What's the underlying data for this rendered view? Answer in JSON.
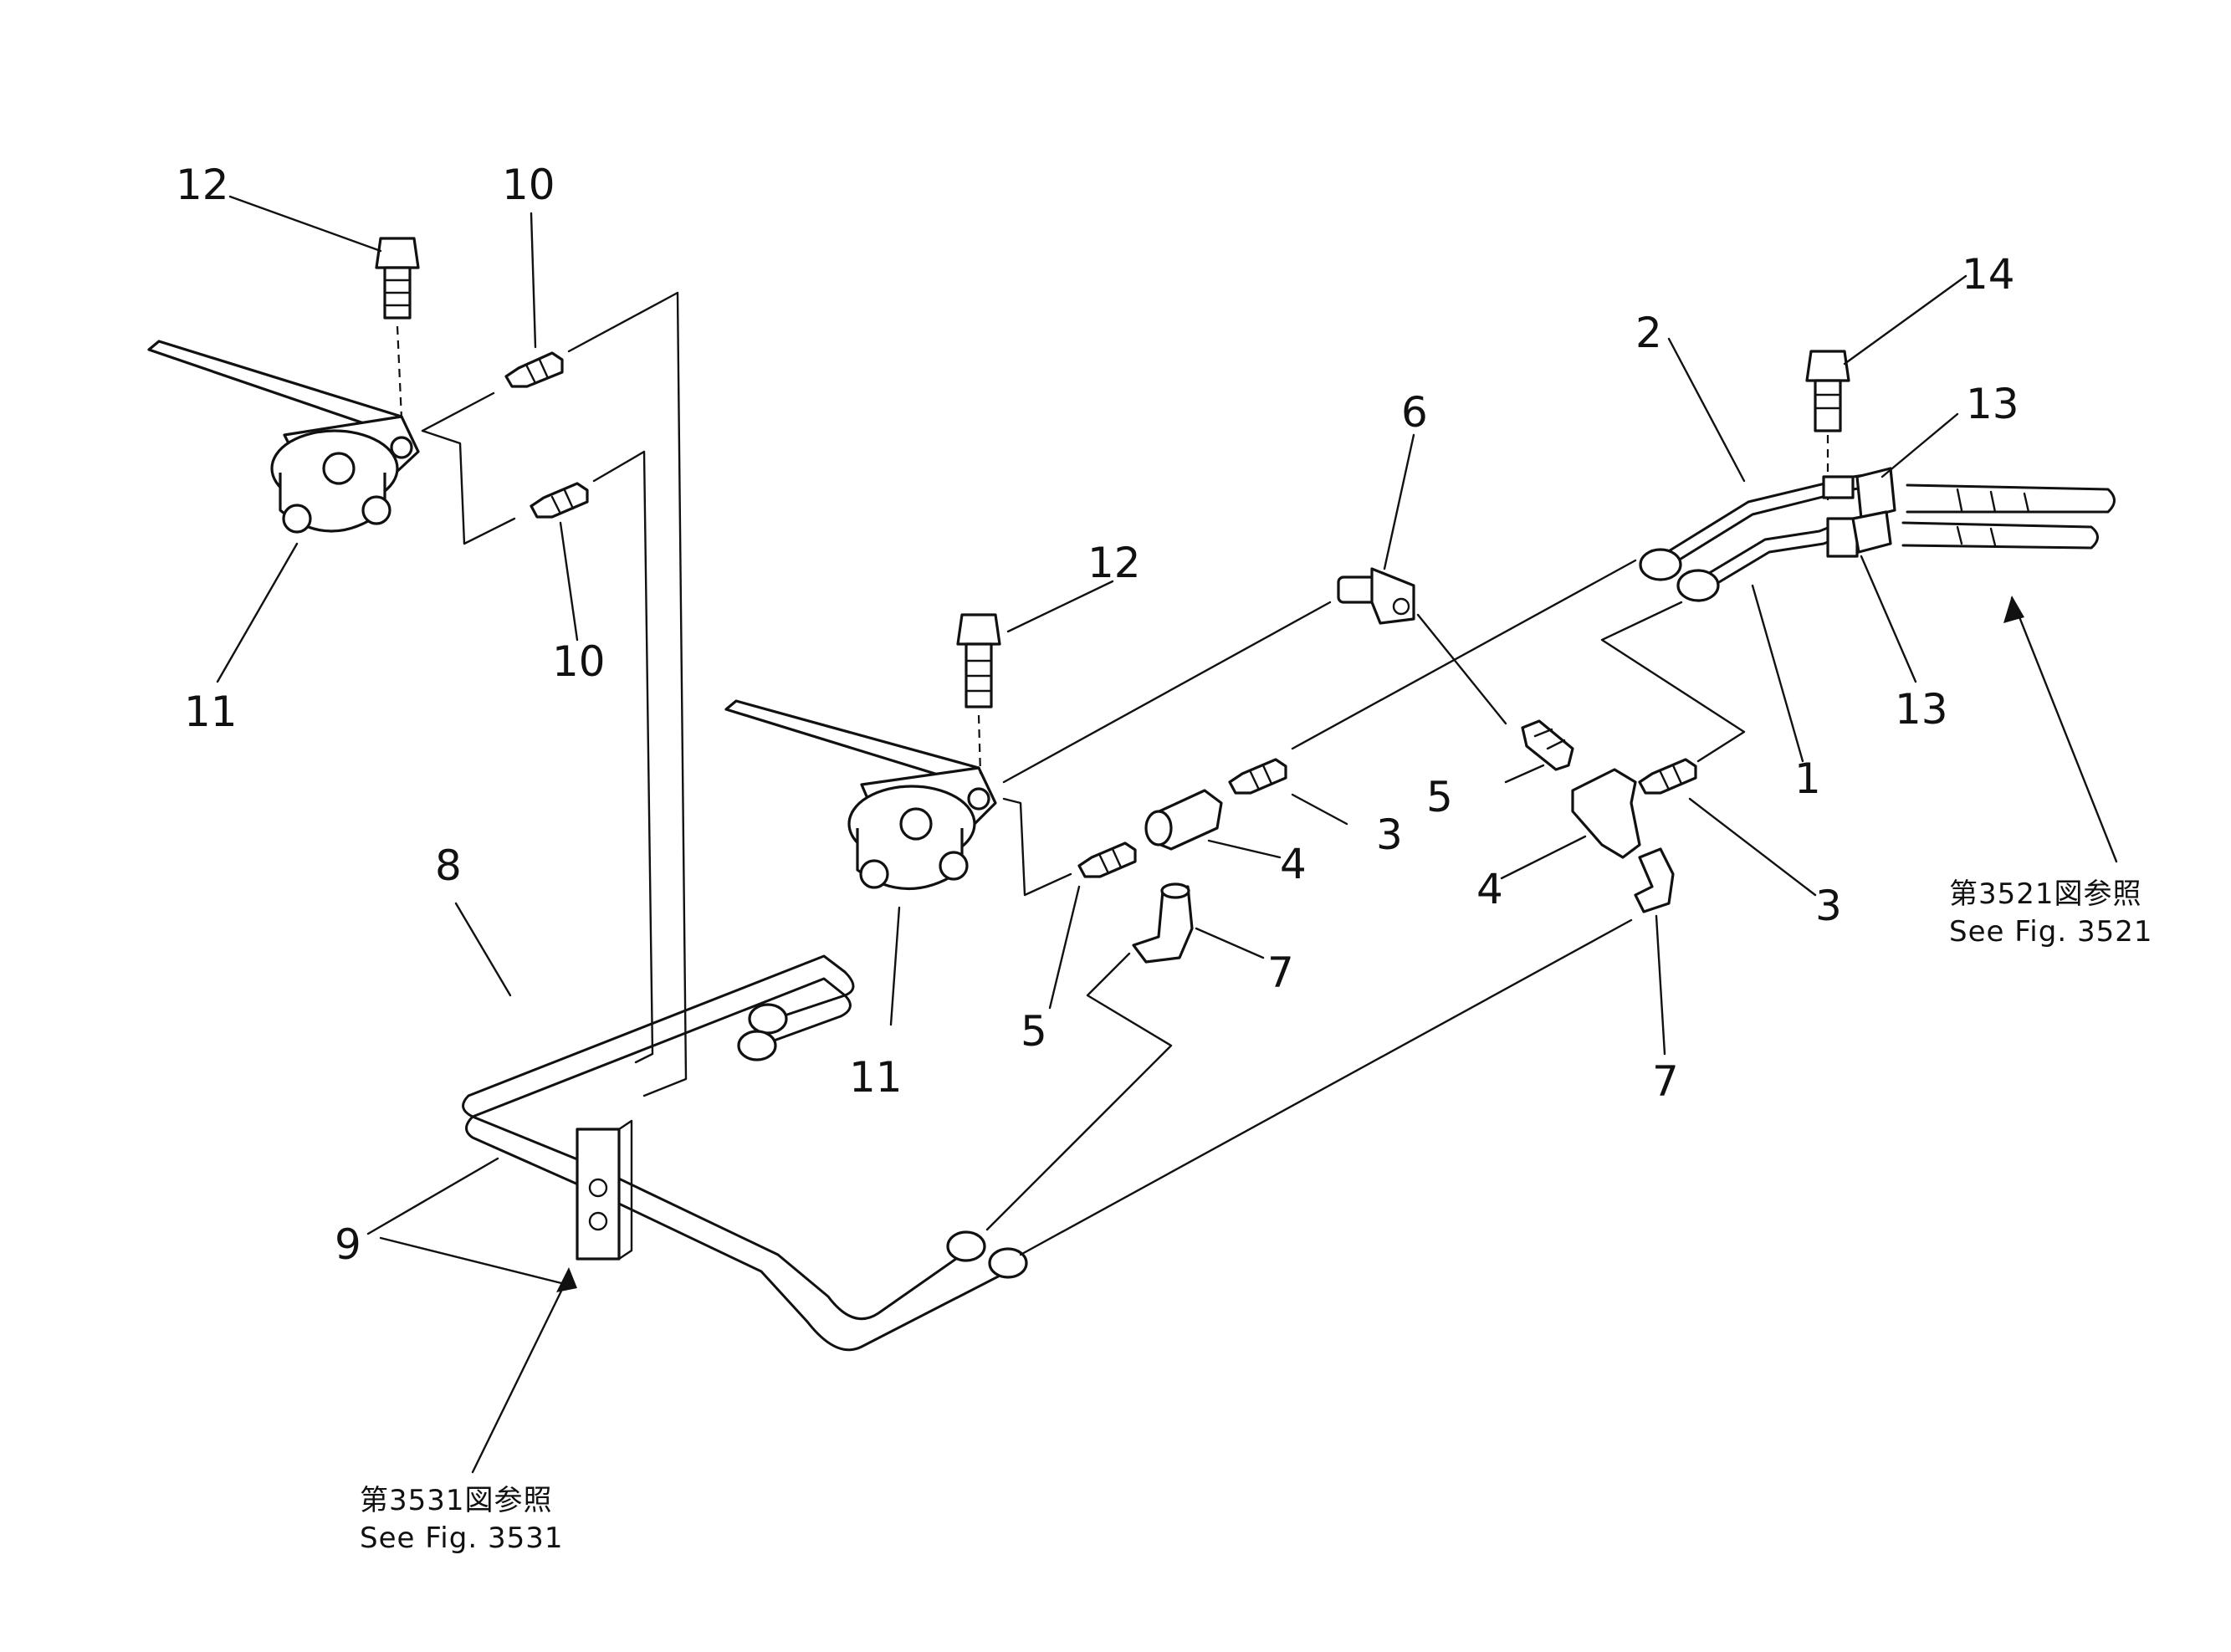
{
  "diagram": {
    "callouts": {
      "c1": "1",
      "c2": "2",
      "c3a": "3",
      "c3b": "3",
      "c4a": "4",
      "c4b": "4",
      "c5a": "5",
      "c5b": "5",
      "c6": "6",
      "c7a": "7",
      "c7b": "7",
      "c8": "8",
      "c9": "9",
      "c10a": "10",
      "c10b": "10",
      "c11a": "11",
      "c11b": "11",
      "c12a": "12",
      "c12b": "12",
      "c13a": "13",
      "c13b": "13",
      "c14": "14"
    },
    "references": {
      "ref3521_jp": "第3521図参照",
      "ref3521_en": "See Fig. 3521",
      "ref3531_jp": "第3531図参照",
      "ref3531_en": "See Fig. 3531"
    }
  }
}
